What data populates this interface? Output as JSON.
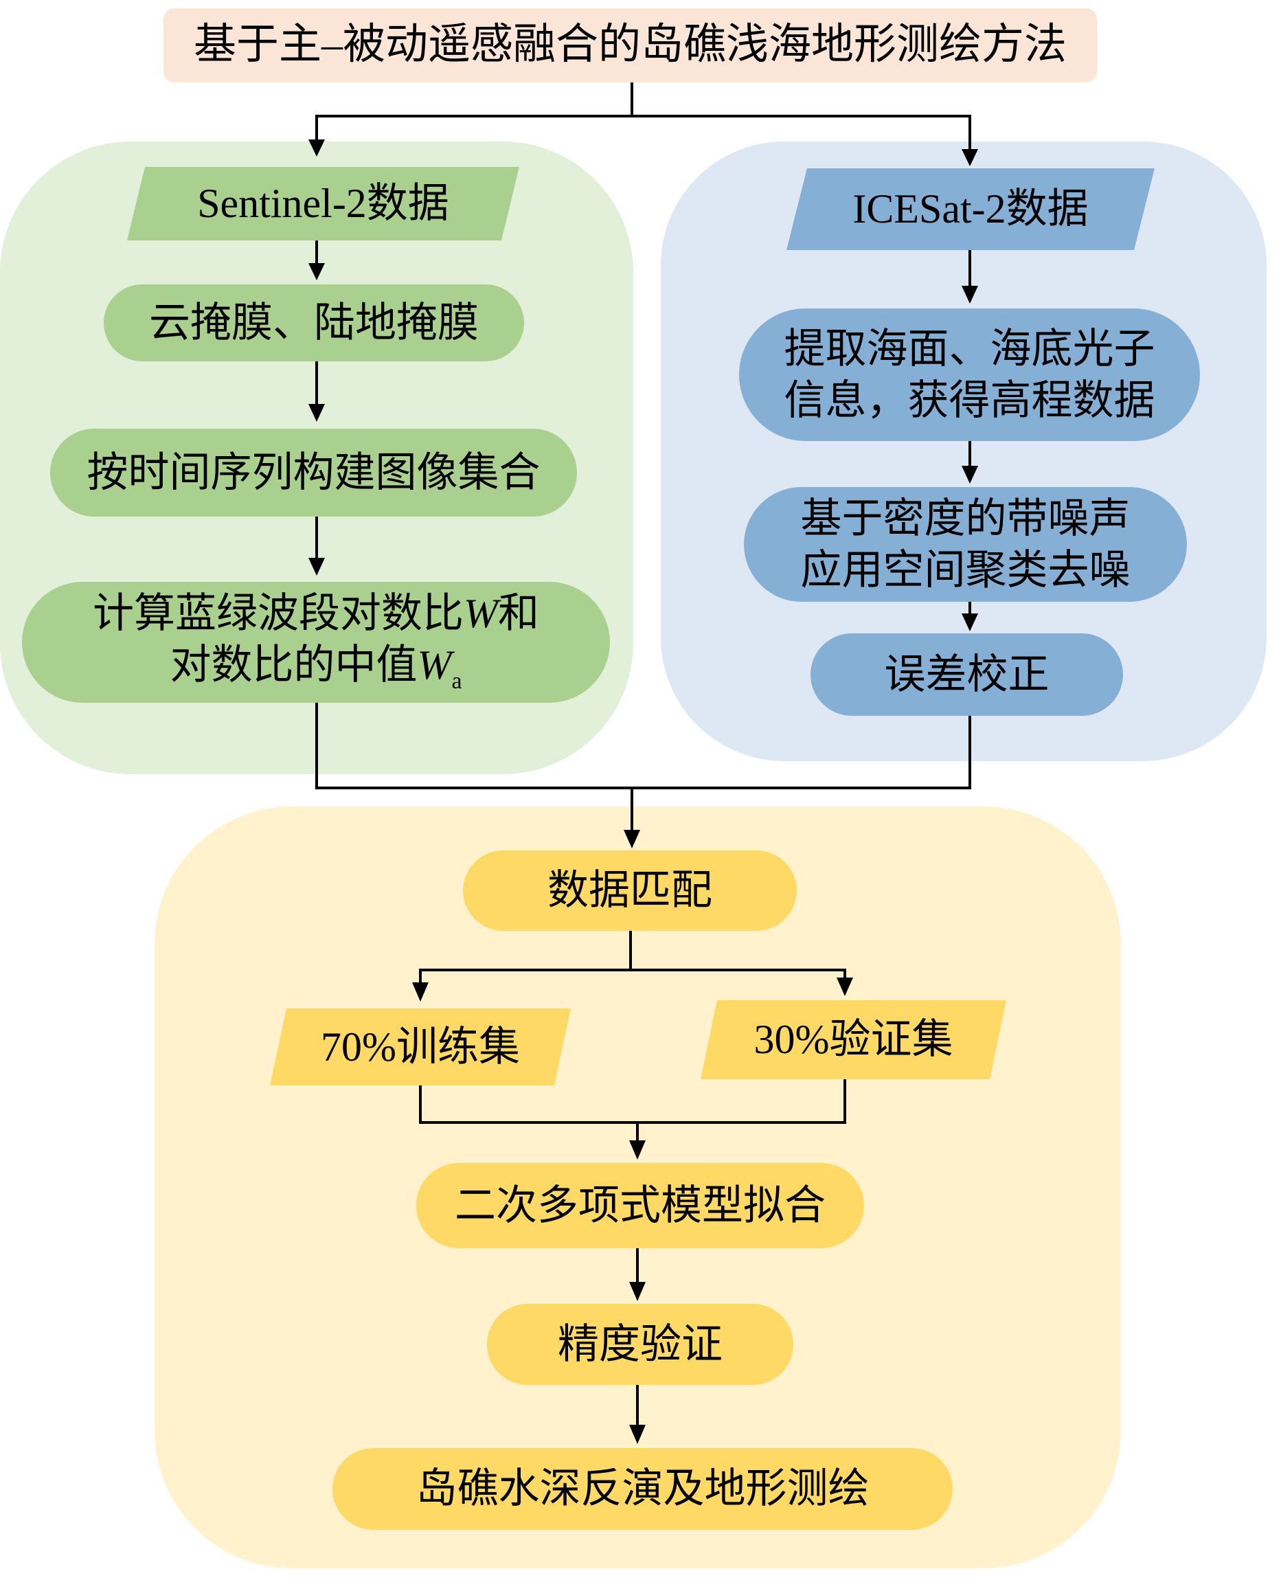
{
  "title": "基于主–被动遥感融合的岛礁浅海地形测绘方法",
  "colors": {
    "title_bg": "#fbe5d6",
    "green_panel": "#e2efd9",
    "green_node": "#a9d08e",
    "blue_panel": "#dde8f4",
    "blue_node": "#86afd6",
    "yellow_panel": "#fff2cc",
    "yellow_node": "#ffd966",
    "line": "#000000"
  },
  "left_branch": {
    "input": "Sentinel-2数据",
    "steps": [
      "云掩膜、陆地掩膜",
      "按时间序列构建图像集合"
    ],
    "compute": {
      "line1_prefix": "计算蓝绿波段对数比",
      "line1_var": "W",
      "line1_suffix": "和",
      "line2_prefix": "对数比的中值",
      "line2_var": "W",
      "line2_sub": "a"
    }
  },
  "right_branch": {
    "input": "ICESat-2数据",
    "steps": [
      {
        "line1": "提取海面、海底光子",
        "line2": "信息，获得高程数据"
      },
      {
        "line1": "基于密度的带噪声",
        "line2": "应用空间聚类去噪"
      },
      {
        "line1": "误差校正"
      }
    ]
  },
  "merge_branch": {
    "match": "数据匹配",
    "train": "70%训练集",
    "validate": "30%验证集",
    "fit": "二次多项式模型拟合",
    "accuracy": "精度验证",
    "output": "岛礁水深反演及地形测绘"
  }
}
